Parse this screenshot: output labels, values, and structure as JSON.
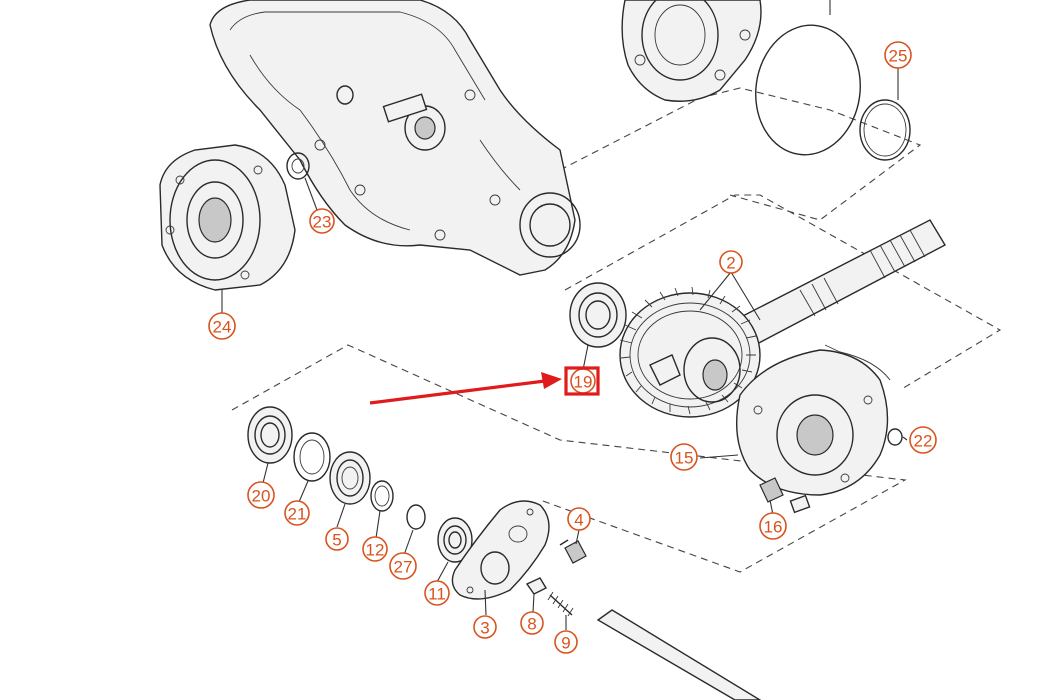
{
  "colors": {
    "callout": "#d9531e",
    "highlight": "#e01b1b",
    "arrow": "#e01b1b",
    "line": "#2a2a2a"
  },
  "callouts": [
    {
      "id": "2",
      "label": "2"
    },
    {
      "id": "3",
      "label": "3"
    },
    {
      "id": "4",
      "label": "4"
    },
    {
      "id": "5",
      "label": "5"
    },
    {
      "id": "8",
      "label": "8"
    },
    {
      "id": "9",
      "label": "9"
    },
    {
      "id": "11",
      "label": "11"
    },
    {
      "id": "12",
      "label": "12"
    },
    {
      "id": "15",
      "label": "15"
    },
    {
      "id": "16",
      "label": "16"
    },
    {
      "id": "19",
      "label": "19"
    },
    {
      "id": "20",
      "label": "20"
    },
    {
      "id": "21",
      "label": "21"
    },
    {
      "id": "22",
      "label": "22"
    },
    {
      "id": "23",
      "label": "23"
    },
    {
      "id": "24",
      "label": "24"
    },
    {
      "id": "25",
      "label": "25"
    },
    {
      "id": "27",
      "label": "27"
    }
  ],
  "highlighted_part": "19"
}
